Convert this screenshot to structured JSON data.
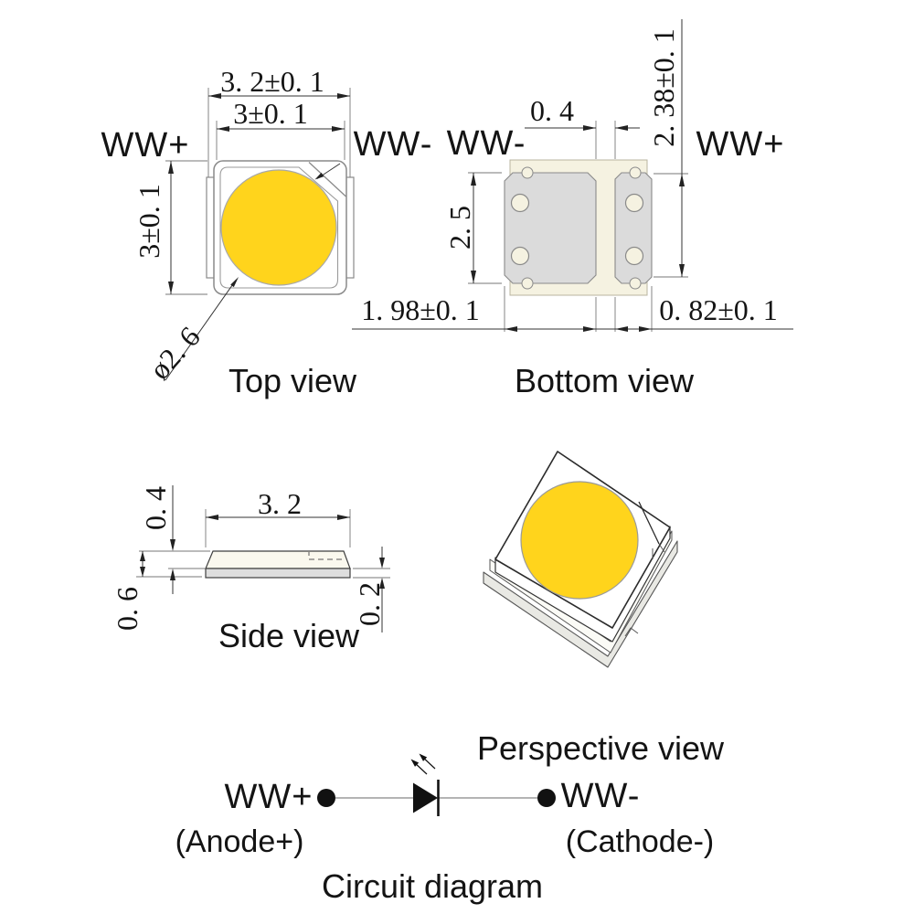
{
  "views": {
    "top": {
      "label": "Top view",
      "left_terminal": "WW+",
      "right_terminal": "WW-",
      "dims": {
        "outer_width": "3. 2±0. 1",
        "face_width": "3±0. 1",
        "height": "3±0. 1",
        "emitter_diameter": "ø2. 6"
      }
    },
    "bottom": {
      "label": "Bottom view",
      "left_terminal": "WW-",
      "right_terminal": "WW+",
      "dims": {
        "pad_gap": "0. 4",
        "right_pad_height": "2. 38±0. 1",
        "left_pad_height": "2. 5",
        "left_pad_width": "1. 98±0. 1",
        "right_pad_width": "0. 82±0. 1"
      }
    },
    "side": {
      "label": "Side view",
      "dims": {
        "body_height": "0. 4",
        "width": "3. 2",
        "total_height": "0. 6",
        "base_height": "0. 2"
      }
    },
    "perspective": {
      "label": "Perspective view"
    },
    "circuit": {
      "label": "Circuit diagram",
      "anode_label": "WW+",
      "anode_sub": "(Anode+)",
      "cathode_label": "WW-",
      "cathode_sub": "(Cathode-)"
    }
  },
  "colors": {
    "led_yellow": "#FFD41C",
    "package_cream": "#F5F2E1",
    "pad_gray": "#DBDBDB",
    "metal_gray": "#DEDEDE"
  }
}
